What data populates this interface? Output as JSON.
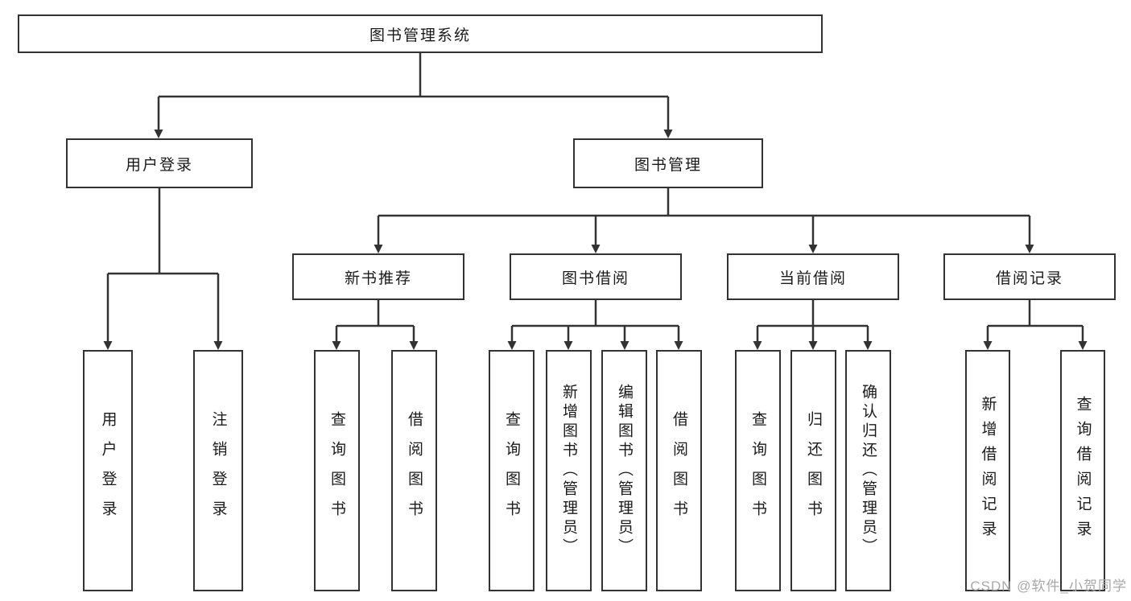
{
  "diagram": {
    "tree": {
      "label": "图书管理系统",
      "children": [
        {
          "label": "用户登录",
          "children": [
            {
              "label": "用户登录"
            },
            {
              "label": "注销登录"
            }
          ]
        },
        {
          "label": "图书管理",
          "children": [
            {
              "label": "新书推荐",
              "children": [
                {
                  "label": "查询图书"
                },
                {
                  "label": "借阅图书"
                }
              ]
            },
            {
              "label": "图书借阅",
              "children": [
                {
                  "label": "查询图书"
                },
                {
                  "label": "新增图书（管理员）"
                },
                {
                  "label": "编辑图书（管理员）"
                },
                {
                  "label": "借阅图书"
                }
              ]
            },
            {
              "label": "当前借阅",
              "children": [
                {
                  "label": "查询图书"
                },
                {
                  "label": "归还图书"
                },
                {
                  "label": "确认归还（管理员）"
                }
              ]
            },
            {
              "label": "借阅记录",
              "children": [
                {
                  "label": "新增借阅记录"
                },
                {
                  "label": "查询借阅记录"
                }
              ]
            }
          ]
        }
      ]
    },
    "colors": {
      "line": "#333333",
      "box_border": "#333333",
      "text": "#1a1a1a",
      "background": "#ffffff",
      "watermark": "#a8a8a8"
    }
  },
  "watermark": {
    "text": "CSDN @软件_小贺同学"
  }
}
